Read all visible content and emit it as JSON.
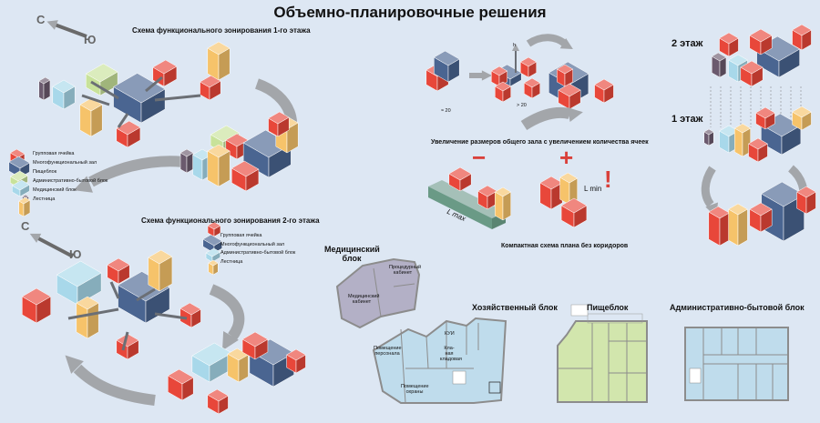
{
  "title": "Объемно-планировочные решения",
  "scheme1": {
    "title": "Схема функционального зонирования 1-го этажа",
    "north": "С",
    "south": "Ю"
  },
  "scheme2": {
    "title": "Схема функционального зонирования 2-го этажа",
    "north": "С",
    "south": "Ю"
  },
  "legend1": [
    "Групповая ячейка",
    "Многофункциональный зал",
    "Пищеблок",
    "Административно-бытовой блок",
    "Медицинский блок",
    "Лестница"
  ],
  "legend2": [
    "Групповая ячейка",
    "Многофункциональный зал",
    "Административно-бытовой блок",
    "Лестница"
  ],
  "growth": {
    "count1": "≈ 20",
    "count2": "> 20",
    "axis_h": "h",
    "caption": "Увеличение размеров  общего зала с увеличением количества ячеек",
    "minus": "−",
    "plus": "+",
    "lmax": "L max",
    "lmin": "L min",
    "exclaim": "!",
    "compact": "Компактная схема плана без коридоров"
  },
  "floors": {
    "second": "2 этаж",
    "first": "1 этаж"
  },
  "plans": {
    "medical": {
      "title": "Медицинский блок",
      "rooms": [
        "Медицинский кабинет",
        "Процедурный кабинет"
      ]
    },
    "household": {
      "title": "Хозяйственный блок",
      "rooms": [
        "Помещение персонала",
        "Помещение охраны",
        "Кла-ная кладовая",
        "КУИ"
      ]
    },
    "kitchen": {
      "title": "Пищеблок"
    },
    "admin": {
      "title": "Административно-бытовой блок"
    }
  },
  "colors": {
    "group": "#e8473a",
    "hall": "#4a6591",
    "kitchen": "#c8e29a",
    "admin": "#a8d8ea",
    "medical": "#6b5a6e",
    "stair": "#f6c36a",
    "background": "#dde7f3",
    "arrow": "#a3a6aa"
  }
}
